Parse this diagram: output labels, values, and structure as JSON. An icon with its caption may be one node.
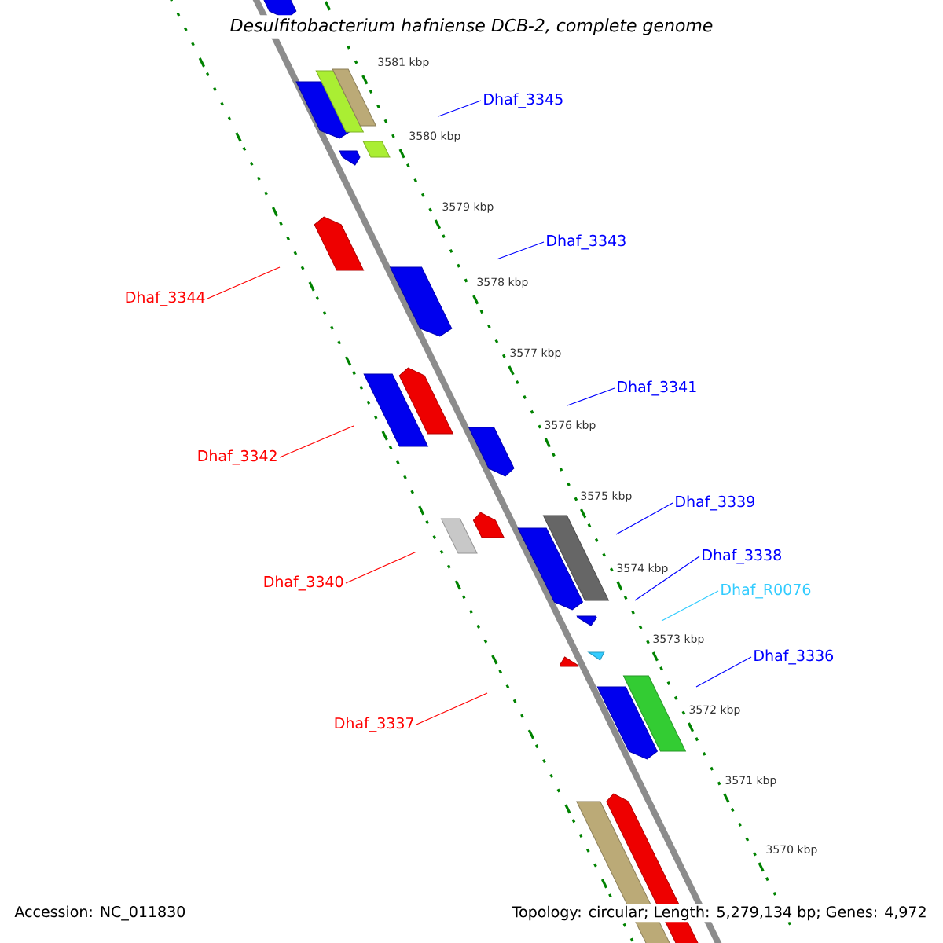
{
  "diagram": {
    "title": "Desulfitobacterium hafniense DCB-2, complete genome",
    "nodes": [
      {
        "text": [
          "Dhaf_3345"
        ]
      },
      {
        "text": [
          "Dhaf_3343"
        ]
      },
      {
        "text": [
          "Dhaf_3344"
        ]
      },
      {
        "text": [
          "Dhaf_3341"
        ]
      },
      {
        "text": [
          "Dhaf_3342"
        ]
      },
      {
        "text": [
          "Dhaf_3339"
        ]
      },
      {
        "text": [
          "Dhaf_3338"
        ]
      },
      {
        "text": [
          "Dhaf_3340"
        ]
      },
      {
        "text": [
          "Dhaf_R0076"
        ]
      },
      {
        "text": [
          "Dhaf_3336"
        ]
      },
      {
        "text": [
          "Dhaf_3337"
        ]
      }
    ],
    "edges": [
      {
        "from": 0,
        "to": null,
        "arrow": "none"
      },
      {
        "from": 1,
        "to": null,
        "arrow": "none"
      },
      {
        "from": 2,
        "to": null,
        "arrow": "none",
        "color": "#ff0000"
      },
      {
        "from": 3,
        "to": null,
        "arrow": "none"
      },
      {
        "from": 4,
        "to": null,
        "arrow": "none",
        "color": "#ff0000"
      },
      {
        "from": 5,
        "to": null,
        "arrow": "none"
      },
      {
        "from": 6,
        "to": null,
        "arrow": "none"
      },
      {
        "from": 7,
        "to": null,
        "arrow": "none",
        "color": "#ff0000"
      },
      {
        "from": 8,
        "to": null,
        "arrow": "none",
        "color": "#33ccff"
      },
      {
        "from": 9,
        "to": null,
        "arrow": "none"
      },
      {
        "from": 10,
        "to": null,
        "arrow": "none",
        "color": "#ff0000"
      }
    ],
    "labels": [
      "3581 kbp",
      "3580 kbp",
      "3579 kbp",
      "3578 kbp",
      "3577 kbp",
      "3576 kbp",
      "3575 kbp",
      "3574 kbp",
      "3573 kbp",
      "3572 kbp",
      "3571 kbp",
      "3570 kbp",
      "Accession: NC_011830",
      "Topology: circular; Length: 5,279,134 bp; Genes: 4,972"
    ]
  }
}
